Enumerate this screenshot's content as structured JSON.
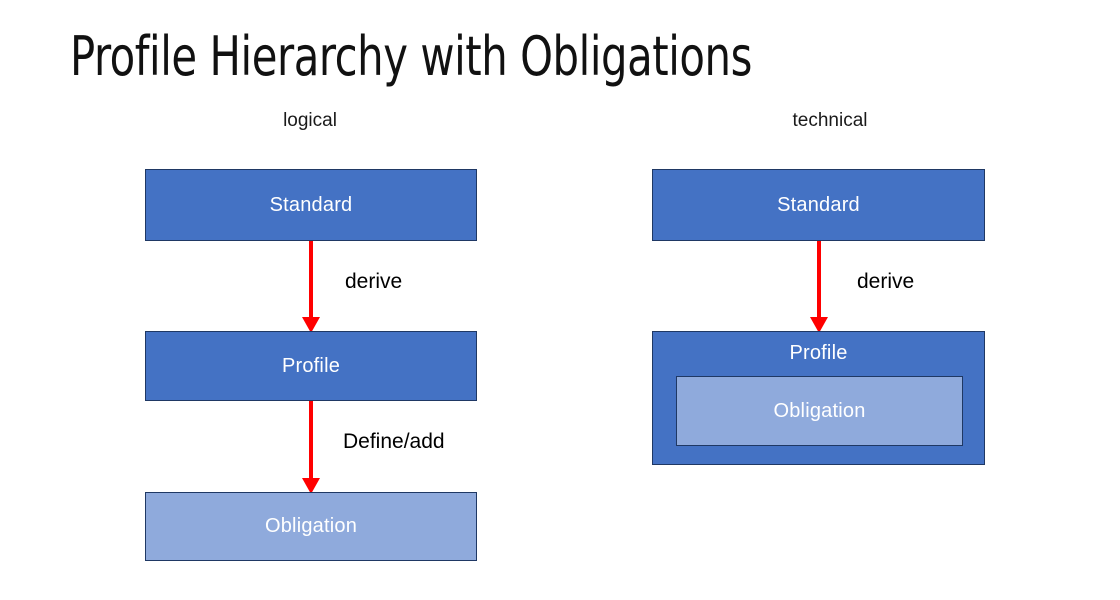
{
  "slide": {
    "title": "Profile Hierarchy with Obligations",
    "background_color": "#ffffff"
  },
  "colors": {
    "box_dark_blue": "#4472c4",
    "box_light_blue": "#8faadc",
    "box_border": "#1f3864",
    "arrow_red": "#ff0000",
    "box_text": "#ffffff",
    "label_text": "#000000"
  },
  "columns": [
    {
      "id": "logical",
      "heading": "logical",
      "nodes": [
        {
          "id": "standard",
          "label": "Standard",
          "style": "dark"
        },
        {
          "id": "profile",
          "label": "Profile",
          "style": "dark"
        },
        {
          "id": "obligation",
          "label": "Obligation",
          "style": "light"
        }
      ],
      "edges": [
        {
          "id": "derive",
          "label": "derive",
          "from": "standard",
          "to": "profile"
        },
        {
          "id": "define-add",
          "label": "Define/add",
          "from": "profile",
          "to": "obligation"
        }
      ]
    },
    {
      "id": "technical",
      "heading": "technical",
      "nodes": [
        {
          "id": "standard",
          "label": "Standard",
          "style": "dark"
        },
        {
          "id": "profile",
          "label": "Profile",
          "style": "dark",
          "contains": {
            "id": "obligation",
            "label": "Obligation",
            "style": "light"
          }
        }
      ],
      "edges": [
        {
          "id": "derive",
          "label": "derive",
          "from": "standard",
          "to": "profile"
        }
      ]
    }
  ]
}
